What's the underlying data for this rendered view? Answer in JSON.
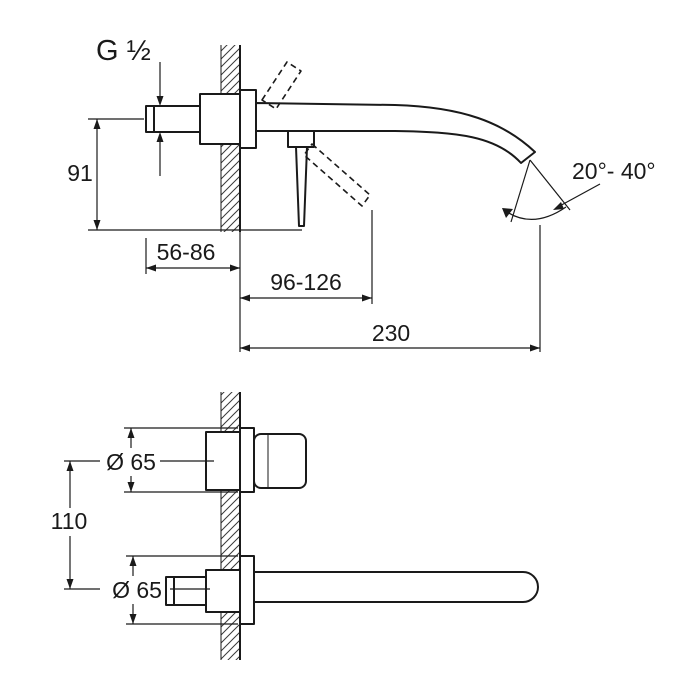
{
  "top_view": {
    "thread_label": "G ½",
    "dim_height": "91",
    "dim_depth_range": "56-86",
    "dim_lever_range": "96-126",
    "dim_spout_length": "230",
    "angle_range": "20°- 40°"
  },
  "bottom_view": {
    "dim_diameter_top": "Ø 65",
    "dim_spacing": "110",
    "dim_diameter_bottom": "Ø 65"
  },
  "colors": {
    "line": "#1a1a1a",
    "background": "#ffffff"
  }
}
